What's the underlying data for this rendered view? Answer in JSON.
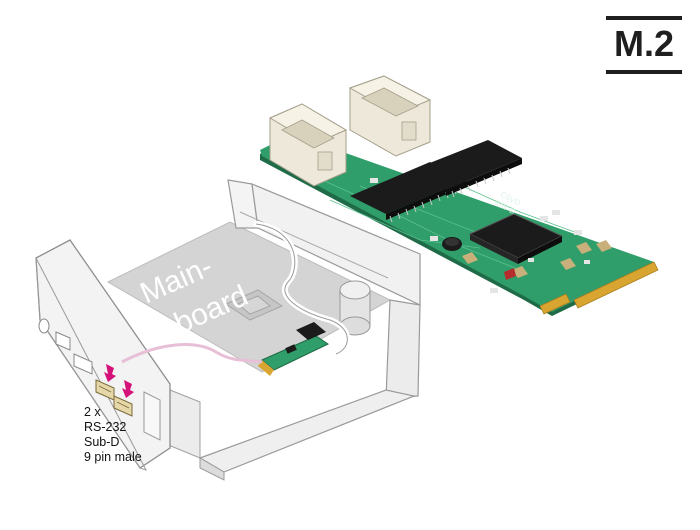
{
  "logo": {
    "text": "M.2",
    "color": "#1f1f1f"
  },
  "mainboard_label": {
    "line1": "Main-",
    "line2": "board"
  },
  "chip_marking": {
    "line1": "C5VD",
    "line2": "9AV-D"
  },
  "caption": {
    "line1": "2 x",
    "line2": "RS-232",
    "line3": "Sub-D",
    "line4": "9 pin male"
  },
  "colors": {
    "pcb_green": "#2f9e6a",
    "gold_contacts": "#d9a531",
    "connector_white": "#e9e4d6",
    "chip_black": "#1b1b1b",
    "enclosure_gray": "#d8d8d8",
    "arrow_magenta": "#d4127a"
  },
  "icons": [
    "m2-logo",
    "pink-arrow-icon"
  ]
}
